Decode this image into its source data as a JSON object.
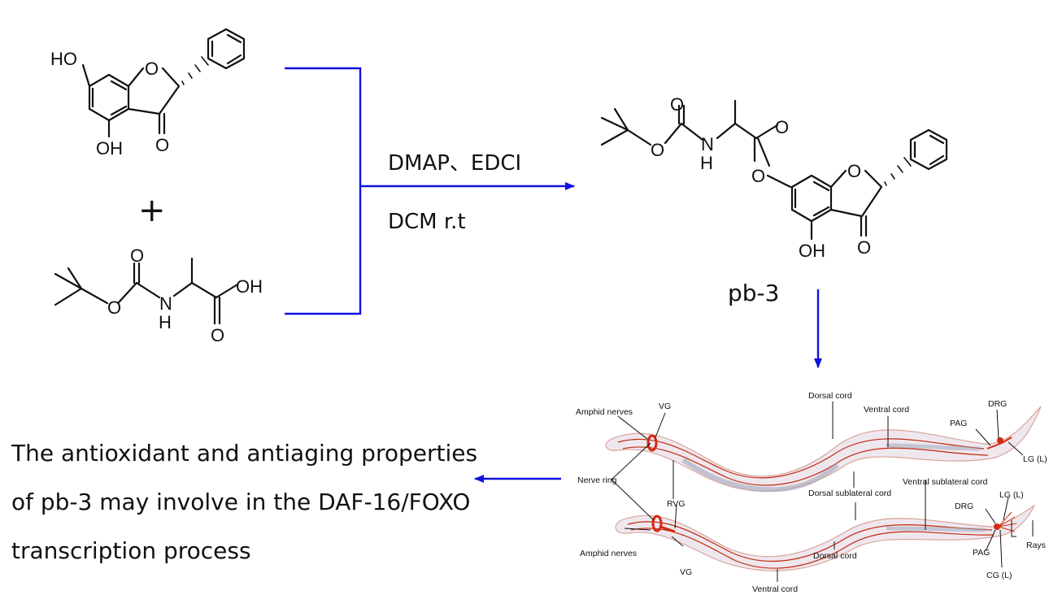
{
  "reactant1": {
    "atoms": {
      "ho": "HO",
      "o_ring": "O",
      "oh": "OH",
      "o_keto": "O"
    }
  },
  "plus_sign": "+",
  "reactant2": {
    "atoms": {
      "o_carbonyl": "O",
      "o_ester": "O",
      "n": "N",
      "h": "H",
      "oh": "OH",
      "o_acid": "O"
    }
  },
  "conditions": {
    "reagents": "DMAP、EDCI",
    "solvent": "DCM   r.t"
  },
  "product": {
    "name": "pb-3",
    "atoms": {
      "o_carbonyl": "O",
      "o_ester1": "O",
      "n": "N",
      "h": "H",
      "o_acyl": "O",
      "o_link": "O",
      "o_ring": "O",
      "oh": "OH",
      "o_keto": "O"
    }
  },
  "conclusion": {
    "line1": "The antioxidant and antiaging properties",
    "line2": "of pb-3 may involve in the DAF-16/FOXO",
    "line3": "transcription process"
  },
  "worm_diagram": {
    "labels": {
      "amphid_nerves_top": "Amphid nerves",
      "vg_top": "VG",
      "dorsal_cord_top": "Dorsal cord",
      "ventral_cord_top": "Ventral cord",
      "drg_top": "DRG",
      "pag_top": "PAG",
      "lg_top": "LG (L)",
      "nerve_ring": "Nerve ring",
      "rvg": "RVG",
      "ventral_sublateral_cord": "Ventral sublateral cord",
      "dorsal_sublateral_cord": "Dorsal sublateral cord",
      "lg_bottom": "LG (L)",
      "drg_bottom": "DRG",
      "rays": "Rays",
      "amphid_nerves_bottom": "Amphid nerves",
      "vg_bottom": "VG",
      "pag_bottom": "PAG",
      "cg": "CG (L)",
      "dorsal_cord_bottom": "Dorsal cord",
      "ventral_cord_bottom": "Ventral cord"
    }
  },
  "colors": {
    "arrow": "#1010e0",
    "nerve": "#d42a10",
    "worm_body": "#f1e9ef"
  }
}
